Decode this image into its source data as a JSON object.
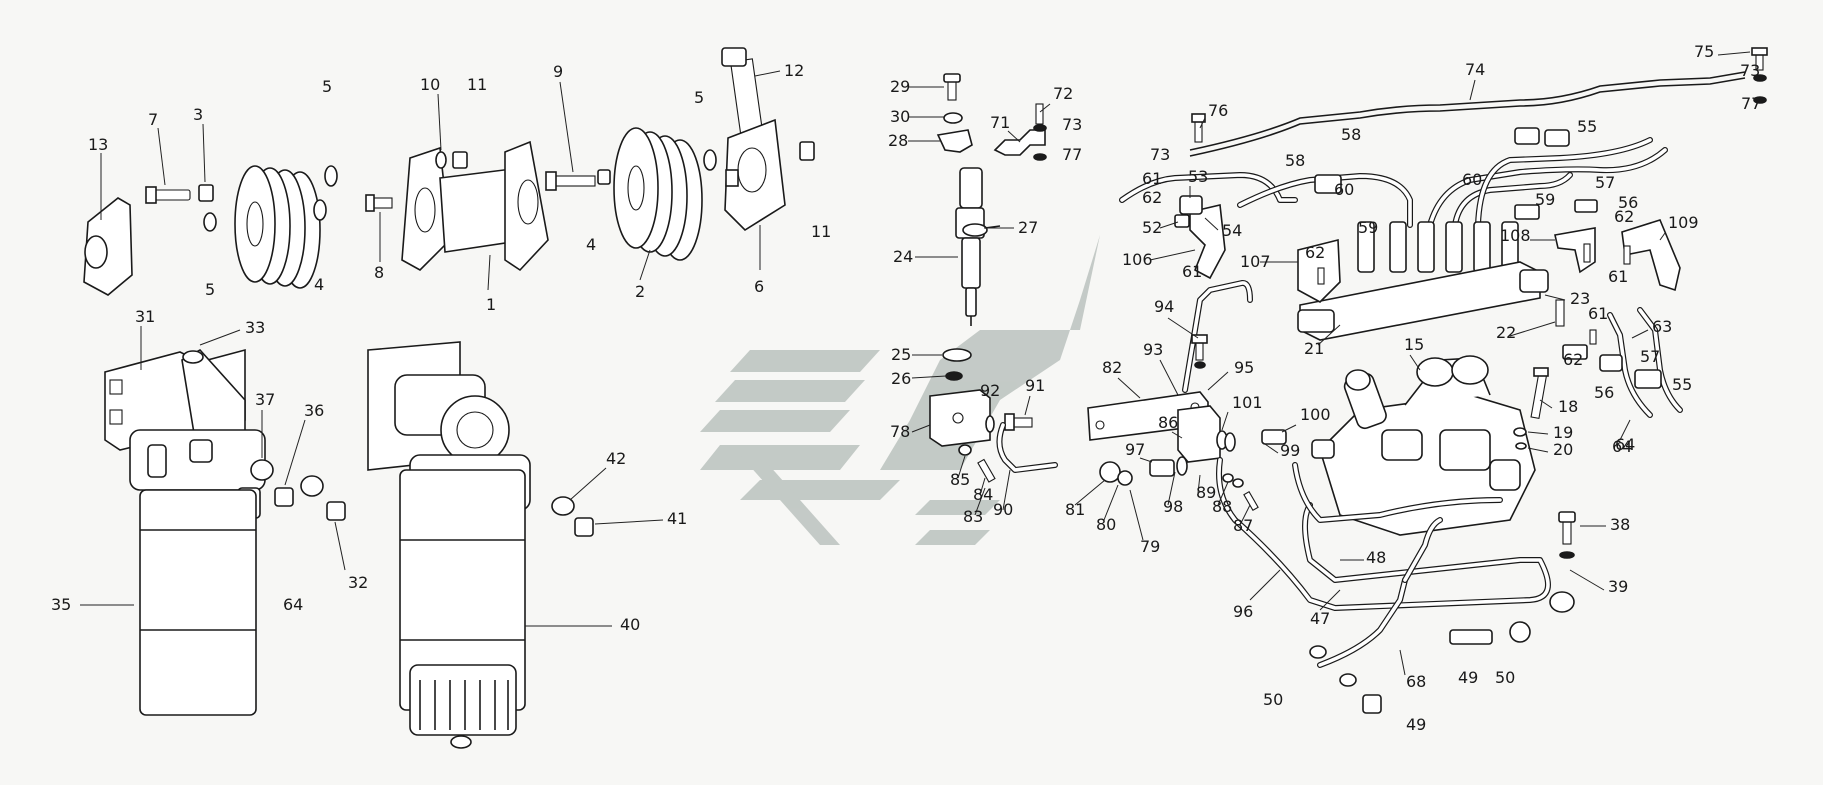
{
  "diagram": {
    "watermark_color": "#9aa6a0",
    "labels": [
      "1",
      "2",
      "3",
      "4",
      "5",
      "6",
      "7",
      "8",
      "9",
      "10",
      "11",
      "12",
      "13",
      "15",
      "18",
      "19",
      "20",
      "21",
      "22",
      "23",
      "24",
      "25",
      "26",
      "27",
      "28",
      "29",
      "30",
      "31",
      "32",
      "33",
      "35",
      "36",
      "37",
      "38",
      "39",
      "40",
      "41",
      "42",
      "47",
      "48",
      "49",
      "50",
      "52",
      "53",
      "54",
      "55",
      "56",
      "57",
      "58",
      "59",
      "60",
      "61",
      "62",
      "63",
      "64",
      "68",
      "71",
      "72",
      "73",
      "74",
      "75",
      "76",
      "77",
      "78",
      "79",
      "80",
      "81",
      "82",
      "83",
      "84",
      "85",
      "86",
      "87",
      "88",
      "89",
      "90",
      "91",
      "92",
      "93",
      "94",
      "95",
      "96",
      "97",
      "98",
      "99",
      "100",
      "101",
      "106",
      "107",
      "108",
      "109"
    ]
  }
}
